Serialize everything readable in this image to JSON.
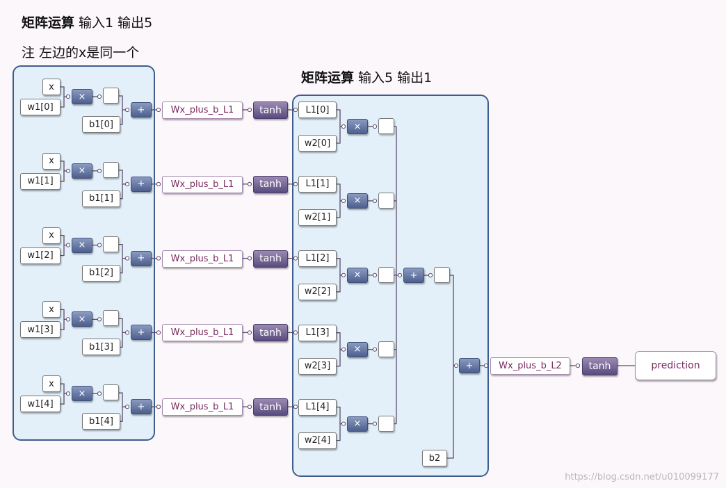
{
  "headings": {
    "h1_bold": "矩阵运算",
    "h1_rest": " 输入1 输出5",
    "note": "注 左边的x是同一个",
    "h2_bold": "矩阵运算",
    "h2_rest": " 输入5 输出1"
  },
  "layer1": {
    "rows": [
      {
        "x": "x",
        "w": "w1[0]",
        "b": "b1[0]",
        "mul": "×",
        "add": "+",
        "out": "Wx_plus_b_L1",
        "act": "tanh"
      },
      {
        "x": "x",
        "w": "w1[1]",
        "b": "b1[1]",
        "mul": "×",
        "add": "+",
        "out": "Wx_plus_b_L1",
        "act": "tanh"
      },
      {
        "x": "x",
        "w": "w1[2]",
        "b": "b1[2]",
        "mul": "×",
        "add": "+",
        "out": "Wx_plus_b_L1",
        "act": "tanh"
      },
      {
        "x": "x",
        "w": "w1[3]",
        "b": "b1[3]",
        "mul": "×",
        "add": "+",
        "out": "Wx_plus_b_L1",
        "act": "tanh"
      },
      {
        "x": "x",
        "w": "w1[4]",
        "b": "b1[4]",
        "mul": "×",
        "add": "+",
        "out": "Wx_plus_b_L1",
        "act": "tanh"
      }
    ]
  },
  "layer2": {
    "rows": [
      {
        "l": "L1[0]",
        "w": "w2[0]",
        "mul": "×"
      },
      {
        "l": "L1[1]",
        "w": "w2[1]",
        "mul": "×"
      },
      {
        "l": "L1[2]",
        "w": "w2[2]",
        "mul": "×"
      },
      {
        "l": "L1[3]",
        "w": "w2[3]",
        "mul": "×"
      },
      {
        "l": "L1[4]",
        "w": "w2[4]",
        "mul": "×"
      }
    ],
    "sum_op": "+",
    "b2": "b2",
    "bias_op": "+",
    "out": "Wx_plus_b_L2",
    "act": "tanh",
    "prediction": "prediction"
  },
  "watermark": "https://blog.csdn.net/u010099177",
  "colors": {
    "group_border": "#3e5d8c",
    "group_fill": "#e3f0fa",
    "op": "#5f6f9c",
    "fn": "#6b5b8e",
    "wire": "#5b4b6b"
  }
}
